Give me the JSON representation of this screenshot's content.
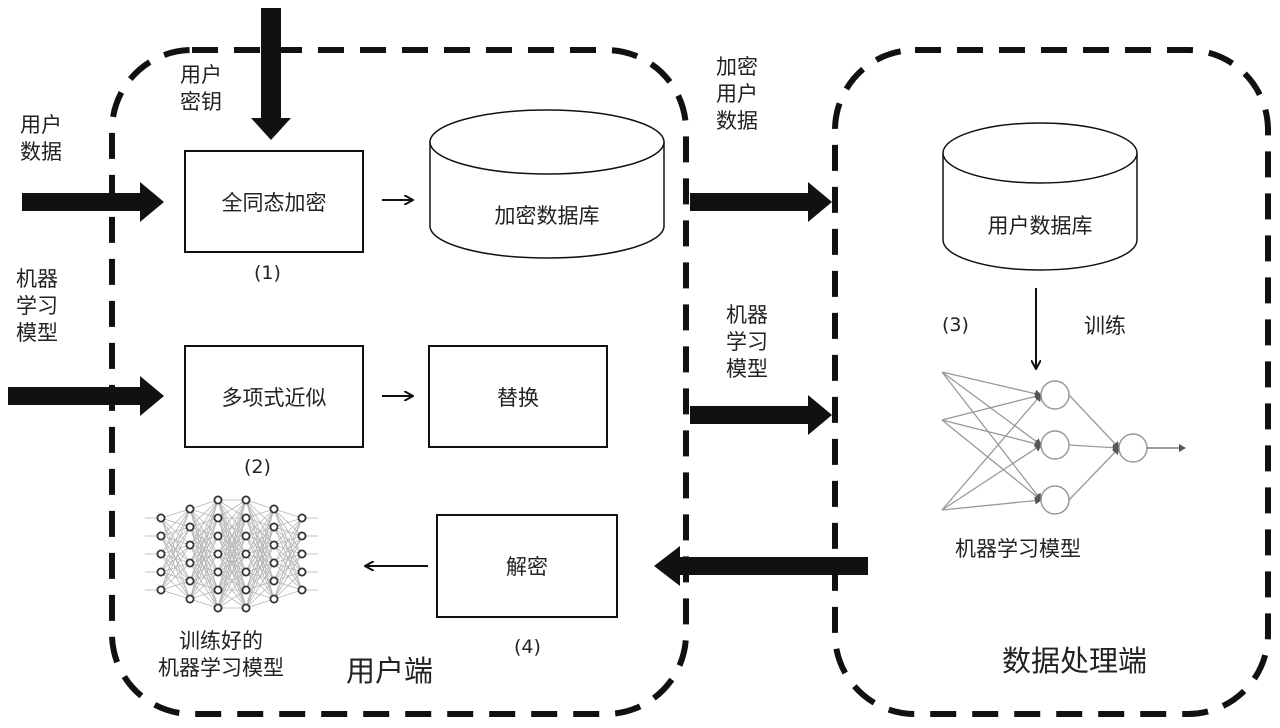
{
  "user_side": {
    "title": "用户端",
    "inputs": {
      "user_key": "用户\n密钥",
      "user_data": "用户\n数据",
      "ml_model": "机器\n学习\n模型"
    },
    "steps": {
      "fhe": {
        "label": "全同态加密",
        "number": "(1)"
      },
      "encrypted_db": {
        "label": "加密数据库"
      },
      "poly_approx": {
        "label": "多项式近似",
        "number": "(2)"
      },
      "replace": {
        "label": "替换"
      },
      "decrypt": {
        "label": "解密",
        "number": "(4)"
      }
    },
    "trained_model": "训练好的\n机器学习模型"
  },
  "transfers": {
    "encrypted_user_data": "加密\n用户\n数据",
    "ml_model": "机器\n学习\n模型"
  },
  "server_side": {
    "title": "数据处理端",
    "user_db": "用户数据库",
    "train_step": {
      "number": "(3)",
      "label": "训练"
    },
    "ml_model_caption": "机器学习模型"
  },
  "icons": {
    "database": "cylinder",
    "neural_network": "mlp-graph",
    "arrow": "block-arrow"
  },
  "colors": {
    "stroke": "#111111",
    "net_edge": "#9a9a9a",
    "net_node": "#333333"
  }
}
